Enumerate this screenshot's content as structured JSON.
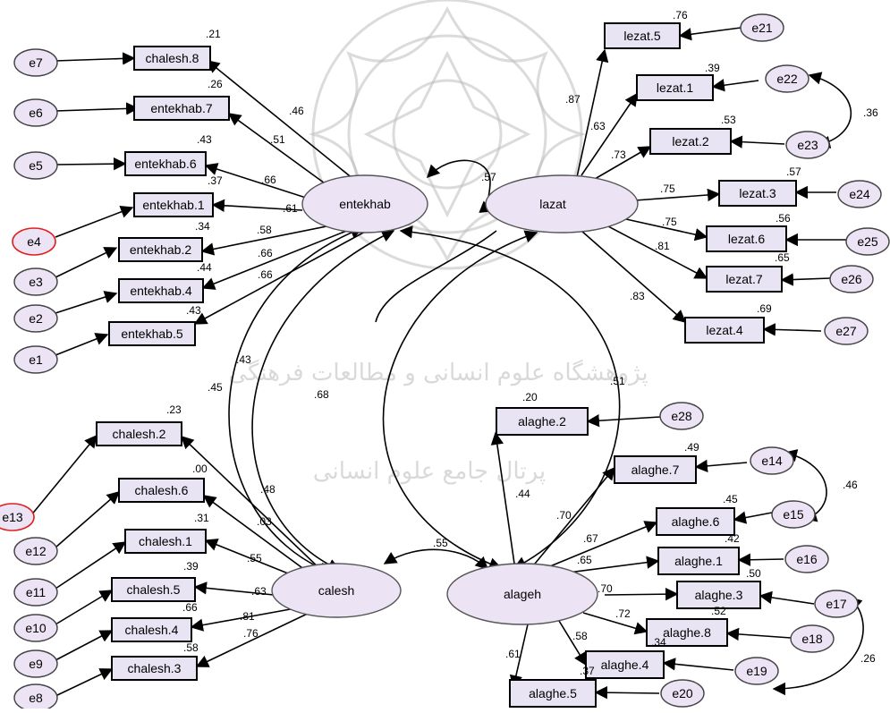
{
  "latents": {
    "entekhab": "entekhab",
    "lazat": "lazat",
    "calesh": "calesh",
    "alageh": "alageh"
  },
  "covariances": {
    "entekhab_lazat": ".57",
    "entekhab_calesh_a": ".45",
    "entekhab_calesh_b": ".43",
    "lazat_calesh": ".68",
    "entekhab_alageh": ".51",
    "calesh_alageh": ".55",
    "e14_e15": ".46",
    "e17_e19": ".26",
    "e22_e23": ".36"
  },
  "indicators": [
    {
      "key": "i1",
      "label": "chalesh.8",
      "r2": ".21",
      "loading": ".46",
      "error": "e7"
    },
    {
      "key": "i2",
      "label": "entekhab.7",
      "r2": ".26",
      "loading": ".51",
      "error": "e6"
    },
    {
      "key": "i3",
      "label": "entekhab.6",
      "r2": ".43",
      "loading": ".66",
      "error": "e5"
    },
    {
      "key": "i4",
      "label": "entekhab.1",
      "r2": ".37",
      "loading": ".61",
      "error": "e4"
    },
    {
      "key": "i5",
      "label": "entekhab.2",
      "r2": ".34",
      "loading": ".58",
      "error": "e3"
    },
    {
      "key": "i6",
      "label": "entekhab.4",
      "r2": ".44",
      "loading": ".66",
      "error": "e2"
    },
    {
      "key": "i7",
      "label": "entekhab.5",
      "r2": ".43",
      "loading": ".66",
      "error": "e1"
    },
    {
      "key": "i8",
      "label": "lezat.5",
      "r2": ".76",
      "loading": ".87",
      "error": "e21"
    },
    {
      "key": "i9",
      "label": "lezat.1",
      "r2": ".39",
      "loading": ".63",
      "error": "e22"
    },
    {
      "key": "i10",
      "label": "lezat.2",
      "r2": ".53",
      "loading": ".73",
      "error": "e23"
    },
    {
      "key": "i11",
      "label": "lezat.3",
      "r2": ".57",
      "loading": ".75",
      "error": "e24"
    },
    {
      "key": "i12",
      "label": "lezat.6",
      "r2": ".56",
      "loading": ".75",
      "error": "e25"
    },
    {
      "key": "i13",
      "label": "lezat.7",
      "r2": ".65",
      "loading": ".81",
      "error": "e26"
    },
    {
      "key": "i14",
      "label": "lezat.4",
      "r2": ".69",
      "loading": ".83",
      "error": "e27"
    },
    {
      "key": "i15",
      "label": "chalesh.2",
      "r2": ".23",
      "loading": ".48",
      "error": "e13"
    },
    {
      "key": "i16",
      "label": "chalesh.6",
      "r2": ".00",
      "loading": ".03",
      "error": "e12"
    },
    {
      "key": "i17",
      "label": "chalesh.1",
      "r2": ".31",
      "loading": ".55",
      "error": "e11"
    },
    {
      "key": "i18",
      "label": "chalesh.5",
      "r2": ".39",
      "loading": ".63",
      "error": "e10"
    },
    {
      "key": "i19",
      "label": "chalesh.4",
      "r2": ".66",
      "loading": ".81",
      "error": "e9"
    },
    {
      "key": "i20",
      "label": "chalesh.3",
      "r2": ".58",
      "loading": ".76",
      "error": "e8"
    },
    {
      "key": "i21",
      "label": "alaghe.2",
      "r2": ".20",
      "loading": ".44",
      "error": "e28"
    },
    {
      "key": "i22",
      "label": "alaghe.7",
      "r2": ".49",
      "loading": ".70",
      "error": "e14"
    },
    {
      "key": "i23",
      "label": "alaghe.6",
      "r2": ".45",
      "loading": ".67",
      "error": "e15"
    },
    {
      "key": "i24",
      "label": "alaghe.1",
      "r2": ".42",
      "loading": ".65",
      "error": "e16"
    },
    {
      "key": "i25",
      "label": "alaghe.3",
      "r2": ".50",
      "loading": ".70",
      "error": "e17"
    },
    {
      "key": "i26",
      "label": "alaghe.8",
      "r2": ".52",
      "loading": ".72",
      "error": "e18"
    },
    {
      "key": "i27",
      "label": "alaghe.4",
      "r2": ".34",
      "loading": ".58",
      "error": "e19"
    },
    {
      "key": "i28",
      "label": "alaghe.5",
      "r2": ".37",
      "loading": ".61",
      "error": "e20"
    }
  ],
  "watermark": {
    "line1": "پژوهشگاه علوم انسانی و مطالعات فرهنگی",
    "line2": "پرتال جامع علوم انسانی"
  }
}
